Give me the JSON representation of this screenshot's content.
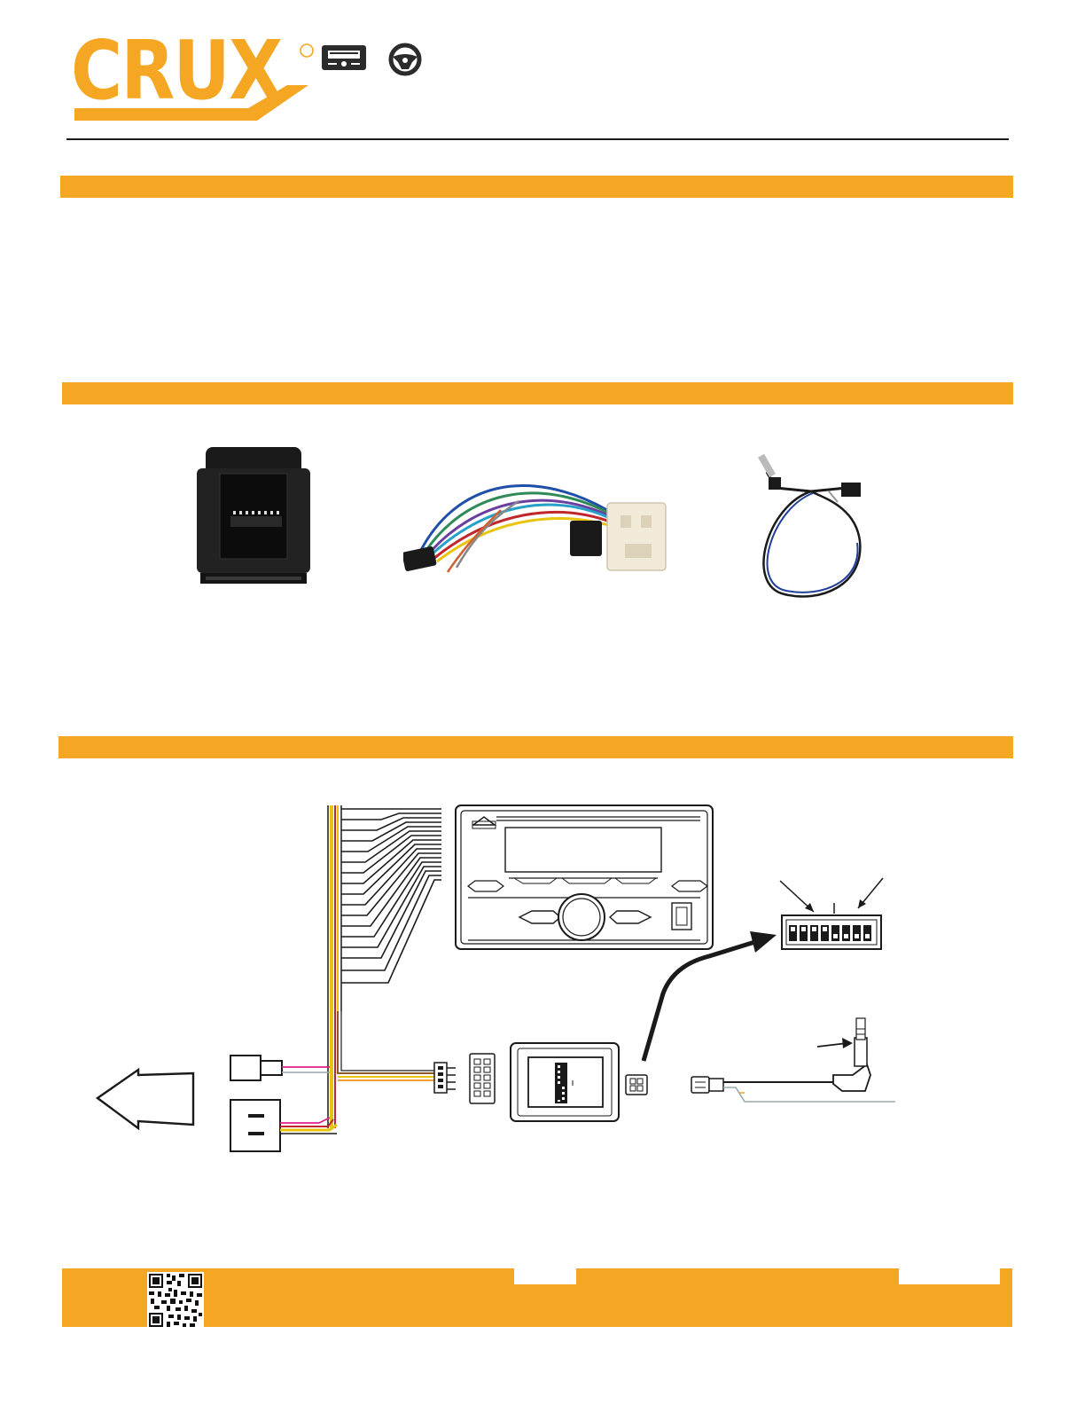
{
  "brand": {
    "name": "CRUX",
    "registered_mark": "®",
    "accent_color": "#F5A623"
  },
  "header_icons": [
    "radio-icon",
    "steering-wheel-icon"
  ],
  "sections": [
    {
      "id": "section-1",
      "color": "#F5A623"
    },
    {
      "id": "section-2",
      "color": "#F5A623"
    },
    {
      "id": "section-3",
      "color": "#F5A623"
    }
  ],
  "parts": [
    {
      "id": "interface-module",
      "icon": "interface-module-photo"
    },
    {
      "id": "wiring-harness",
      "icon": "wiring-harness-photo"
    },
    {
      "id": "steering-control-cable",
      "icon": "3.5mm-cable-photo"
    }
  ],
  "diagram": {
    "components": [
      "aftermarket-radio",
      "harness-wires",
      "interface-module",
      "dip-switch",
      "3.5mm-jack",
      "vehicle-connectors",
      "direction-arrow"
    ],
    "wire_colors": {
      "yellow": "#E8C30F",
      "red": "#C0272D",
      "pink": "#E0218A",
      "brown": "#8B5A2B",
      "orange": "#F0A030",
      "gray": "#9AA9AE"
    }
  },
  "footer": {
    "qr_code": "qr-code-icon",
    "color": "#F5A623"
  }
}
